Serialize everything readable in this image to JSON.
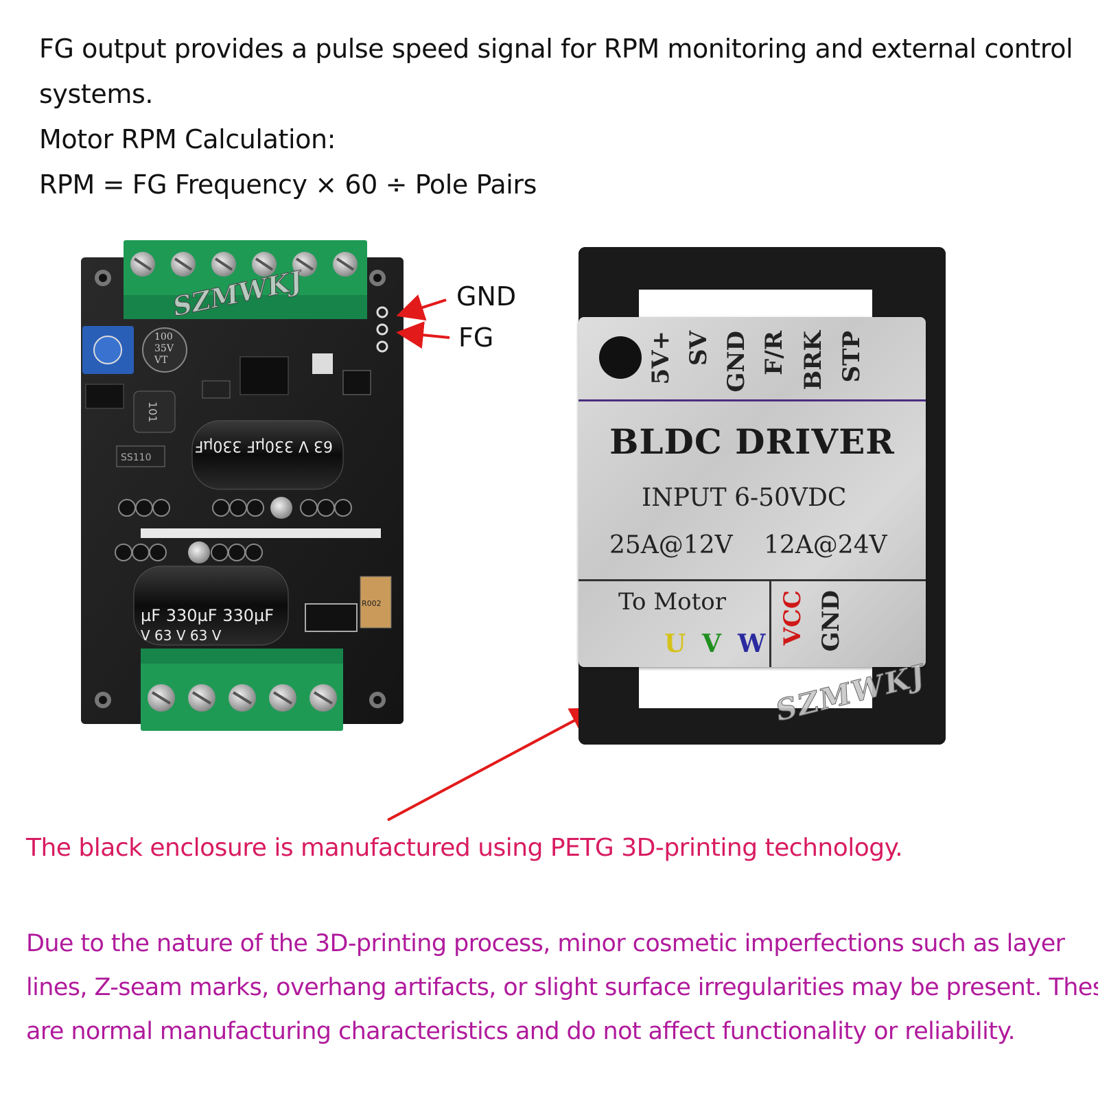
{
  "intro": {
    "line1": "FG output provides a pulse speed signal for RPM monitoring and external control",
    "line2": "systems.",
    "line3": "Motor RPM Calculation:",
    "line4": "RPM = FG Frequency × 60 ÷ Pole Pairs"
  },
  "callouts": {
    "gnd": "GND",
    "fg": "FG"
  },
  "board": {
    "cap_top_label": "63 V 330µF 330µF",
    "cap_bottom_label": "µF 330µF 330µF",
    "cap_bottom_voltage": "V 63 V 63 V",
    "small_cap": [
      "100",
      "35V",
      "VT"
    ],
    "inductor": "101",
    "resistor": "R002",
    "diode": "SS110",
    "watermark": "SZMWKJ"
  },
  "driver": {
    "pins": [
      "5V+",
      "SV",
      "GND",
      "F/R",
      "BRK",
      "STP"
    ],
    "title": "BLDC DRIVER",
    "input": "INPUT 6-50VDC",
    "rating_a": "25A@12V",
    "rating_b": "12A@24V",
    "to_motor": "To Motor",
    "phases": [
      "U",
      "V",
      "W"
    ],
    "phase_colors": [
      "#d4c21a",
      "#1f8f1f",
      "#2a2aa0"
    ],
    "power": [
      "VCC",
      "GND"
    ],
    "vcc_color": "#d01818",
    "watermark": "SZMWKJ"
  },
  "notes": {
    "enclosure": "The black enclosure is manufactured using PETG 3D-printing technology.",
    "disclaimer_1": "Due to the nature of the 3D-printing process, minor cosmetic imperfections such as layer",
    "disclaimer_2": "lines, Z-seam marks, overhang artifacts, or slight surface irregularities may be present. These",
    "disclaimer_3": "are normal manufacturing characteristics and do not affect functionality or reliability."
  },
  "colors": {
    "pink": "#d81b60",
    "purple": "#b01a9c",
    "arrow": "#e31a1a",
    "terminal": "#1f9a55",
    "pcb": "#1c1c1c"
  }
}
